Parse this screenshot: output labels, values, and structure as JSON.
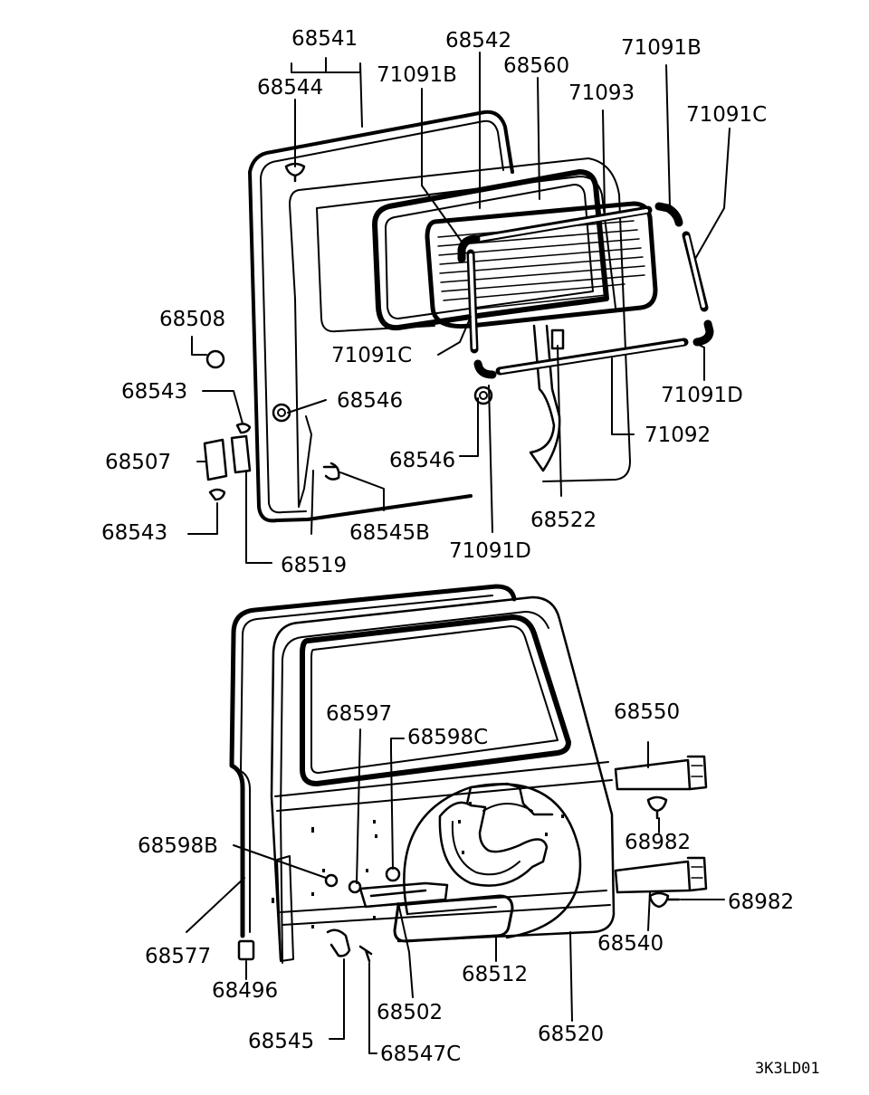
{
  "parts": [
    "68541",
    "68542",
    "68560",
    "71091B",
    "71091B",
    "71093",
    "71091C",
    "68544",
    "68508",
    "68543",
    "68546",
    "71091C",
    "68507",
    "68546",
    "71091D",
    "71092",
    "68543",
    "68545B",
    "68522",
    "71091D",
    "68519",
    "68550",
    "68597",
    "68598C",
    "68598B",
    "68982",
    "68982",
    "68540",
    "68577",
    "68512",
    "68496",
    "68502",
    "68520",
    "68545",
    "68547C"
  ],
  "drawing_code": "3K3LD01"
}
